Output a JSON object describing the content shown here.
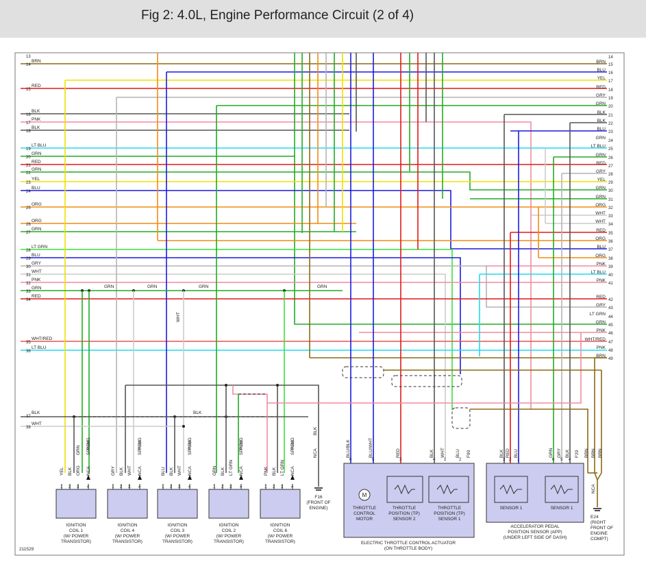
{
  "header": {
    "title": "Fig 2: 4.0L, Engine Performance Circuit (2 of 4)"
  },
  "colors": {
    "BRN": "#8b6914",
    "BLU": "#1a1adc",
    "YEL": "#f0e000",
    "RED": "#e01818",
    "GRY": "#b4b4b4",
    "GRN": "#22aa22",
    "BLK": "#555555",
    "PNK": "#f08ca0",
    "LT BLU": "#22d8f0",
    "ORG": "#f08c14",
    "WHT": "#cccccc",
    "LT GRN": "#3ce03c",
    "WHT/RED": "#e85050",
    "box_fill": "#ccccf0"
  },
  "left_wires": [
    {
      "n": "13",
      "label": ""
    },
    {
      "n": "14",
      "label": "BRN"
    },
    {
      "n": "15",
      "label": "RED"
    },
    {
      "n": "16",
      "label": "BLK"
    },
    {
      "n": "17",
      "label": "PNK"
    },
    {
      "n": "18",
      "label": "BLK"
    },
    {
      "n": "19",
      "label": "LT BLU"
    },
    {
      "n": "20",
      "label": "GRN"
    },
    {
      "n": "21",
      "label": "RED"
    },
    {
      "n": "22",
      "label": "GRN"
    },
    {
      "n": "23",
      "label": "YEL"
    },
    {
      "n": "24",
      "label": "BLU"
    },
    {
      "n": "25",
      "label": "ORG"
    },
    {
      "n": "26",
      "label": "ORG"
    },
    {
      "n": "27",
      "label": "GRN"
    },
    {
      "n": "28",
      "label": "LT GRN"
    },
    {
      "n": "29",
      "label": "BLU"
    },
    {
      "n": "30",
      "label": "GRY"
    },
    {
      "n": "31",
      "label": "WHT"
    },
    {
      "n": "32",
      "label": "PNK"
    },
    {
      "n": "33",
      "label": "GRN"
    },
    {
      "n": "34",
      "label": "RED"
    },
    {
      "n": "35",
      "label": "WHT/RED"
    },
    {
      "n": "36",
      "label": "LT BLU"
    },
    {
      "n": "37",
      "label": "BLK"
    },
    {
      "n": "38",
      "label": "WHT"
    }
  ],
  "right_wires": [
    {
      "n": "14",
      "label": ""
    },
    {
      "n": "15",
      "label": "BRN"
    },
    {
      "n": "16",
      "label": "BLU"
    },
    {
      "n": "17",
      "label": "YEL"
    },
    {
      "n": "18",
      "label": "RED"
    },
    {
      "n": "19",
      "label": "GRY"
    },
    {
      "n": "20",
      "label": "GRN"
    },
    {
      "n": "21",
      "label": "BLK"
    },
    {
      "n": "22",
      "label": "BLK"
    },
    {
      "n": "23",
      "label": "BLU"
    },
    {
      "n": "24",
      "label": "GRN"
    },
    {
      "n": "25",
      "label": "LT BLU"
    },
    {
      "n": "26",
      "label": "GRN"
    },
    {
      "n": "27",
      "label": "RED"
    },
    {
      "n": "28",
      "label": "GRY"
    },
    {
      "n": "29",
      "label": "YEL"
    },
    {
      "n": "30",
      "label": "GRN"
    },
    {
      "n": "31",
      "label": "GRN"
    },
    {
      "n": "32",
      "label": "ORG"
    },
    {
      "n": "33",
      "label": "WHT"
    },
    {
      "n": "34",
      "label": "WHT"
    },
    {
      "n": "35",
      "label": "RED"
    },
    {
      "n": "36",
      "label": "ORG"
    },
    {
      "n": "37",
      "label": "BLU"
    },
    {
      "n": "38",
      "label": "ORG"
    },
    {
      "n": "39",
      "label": "PNK"
    },
    {
      "n": "40",
      "label": "LT BLU"
    },
    {
      "n": "41",
      "label": "PNK"
    },
    {
      "n": "42",
      "label": "RED"
    },
    {
      "n": "43",
      "label": "GRY"
    },
    {
      "n": "44",
      "label": "LT GRN"
    },
    {
      "n": "45",
      "label": "GRN"
    },
    {
      "n": "46",
      "label": "PNK"
    },
    {
      "n": "47",
      "label": "WHT/RED"
    },
    {
      "n": "48",
      "label": "PNK"
    },
    {
      "n": "49",
      "label": "BRN"
    }
  ],
  "splice_labels": [
    "GRN",
    "GRN",
    "GRN",
    "GRN"
  ],
  "mid_labels": {
    "wht_vertical": "WHT",
    "blk_37": "BLK",
    "blk_nca": "BLK",
    "nca": "NCA"
  },
  "coils": [
    {
      "name": "IGNITION\nCOIL 1\n(W/ POWER\nTRANSISTOR)",
      "pins": [
        "1",
        "2",
        "3",
        "4"
      ],
      "wires": [
        "YEL",
        "BLK",
        "ORG",
        "NCA"
      ],
      "top": [
        "",
        "",
        "GRN",
        "SPARK\nPLUG"
      ]
    },
    {
      "name": "IGNITION\nCOIL 4\n(W/ POWER\nTRANSISTOR)",
      "pins": [
        "1",
        "2",
        "3",
        "4"
      ],
      "wires": [
        "GRY",
        "BLK",
        "WHT",
        "NCA"
      ],
      "top": [
        "",
        "",
        "",
        "SPARK\nPLUG"
      ]
    },
    {
      "name": "IGNITION\nCOIL 3\n(W/ POWER\nTRANSISTOR)",
      "pins": [
        "1",
        "2",
        "3",
        "4"
      ],
      "wires": [
        "BLU",
        "BLK",
        "WHT",
        "NCA"
      ],
      "top": [
        "",
        "",
        "",
        "SPARK\nPLUG"
      ]
    },
    {
      "name": "IGNITION\nCOIL 2\n(W/ POWER\nTRANSISTOR)",
      "pins": [
        "1",
        "2",
        "3",
        "4"
      ],
      "wires": [
        "GRN",
        "BLK",
        "LT GRN",
        "NCA"
      ],
      "top": [
        "",
        "",
        "",
        "SPARK\nPLUG"
      ]
    },
    {
      "name": "IGNITION\nCOIL 6\n(W/ POWER\nTRANSISTOR)",
      "pins": [
        "1",
        "2",
        "3",
        "4"
      ],
      "wires": [
        "PNK",
        "BLK",
        "LT GRN",
        "NCA"
      ],
      "top": [
        "",
        "",
        "",
        "SPARK\nPLUG"
      ]
    }
  ],
  "ground_f16": {
    "wire1": "BLK",
    "wire2": "NCA",
    "label": "F16\n(FRONT OF\nENGINE)"
  },
  "throttle": {
    "wire_labels": [
      "BLU/BLK",
      "BLU/WHT",
      "RED",
      "BLK",
      "WHT",
      "BLU",
      "F90"
    ],
    "pins": [
      "6",
      "5",
      "3",
      "4",
      "1",
      "2"
    ],
    "motor_label": "THROTTLE\nCONTROL\nMOTOR",
    "tp2_label": "THROTTLE\nPOSITION (TP)\nSENSOR 2",
    "tp1_label": "THROTTLE\nPOSITION (TP)\nSENSOR 1",
    "name": "ELECTRIC THROTTLE CONTROL ACTUATOR\n(ON THROTTLE BODY)"
  },
  "app": {
    "wire_labels": [
      "BLK",
      "RED",
      "BLU",
      "GRN",
      "GRY",
      "BLK",
      "F20"
    ],
    "pins": [
      "3",
      "2",
      "1",
      "6",
      "5",
      "4"
    ],
    "sensor_a": "SENSOR 1",
    "sensor_b": "SENSOR 1",
    "name": "ACCELERATOR PEDAL\nPOSITION SENSOR (APP)\n(UNDER LEFT SIDE OF DASH)"
  },
  "ground_e24": {
    "wires": [
      "BRN",
      "BRN",
      "BRN"
    ],
    "nca": "NCA",
    "label": "E24\n(RIGHT\nFRONT OF\nENGINE\nCOMPT)"
  },
  "figure_id": "211529"
}
